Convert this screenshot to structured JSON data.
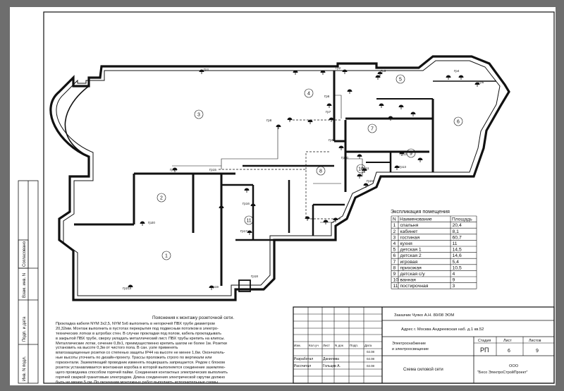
{
  "side_labels": {
    "agreed": "Согласовано",
    "inv_orig": "Инв. N подл.",
    "sign_date": "Подп. и дата",
    "replace_inv": "Взам. инв. N"
  },
  "rooms": [
    "1",
    "2",
    "3",
    "4",
    "5",
    "6",
    "7",
    "8",
    "9",
    "10",
    "11"
  ],
  "group_labels": [
    "Гр1",
    "Гр2",
    "Гр3",
    "Гр4",
    "Гр5",
    "Гр6",
    "Гр7",
    "Гр8",
    "Гр9",
    "Гр10",
    "Гр11",
    "Гр12",
    "Гр13",
    "Гр14",
    "Гр15",
    "Гр16",
    "Гр17",
    "Гр18",
    "Гр19",
    "Гр20",
    "Гр21",
    "Гр22"
  ],
  "explication": {
    "title": "Экспликация помещения",
    "headers": [
      "N",
      "Наименование",
      "Площадь"
    ],
    "rows": [
      [
        "1",
        "спальня",
        "20,4"
      ],
      [
        "2",
        "кабинет",
        "8,1"
      ],
      [
        "3",
        "гостиная",
        "60,7"
      ],
      [
        "4",
        "кухня",
        "11"
      ],
      [
        "5",
        "детская 1",
        "14,5"
      ],
      [
        "6",
        "детская 2",
        "14,6"
      ],
      [
        "7",
        "игровая",
        "5,4"
      ],
      [
        "8",
        "прихожая",
        "10,5"
      ],
      [
        "9",
        "детская с/у",
        "4"
      ],
      [
        "10",
        "ванная",
        "9"
      ],
      [
        "11",
        "постирочная",
        "3"
      ]
    ]
  },
  "notes": {
    "heading": "Пояснения к монтажу розеточной сети.",
    "lines": [
      "Прокладка кабеля NYM 3х2,5, NYM 5х6 выполнить в негорючей ПВХ трубе диаметром",
      "20,32мм. Монтаж выполнить в пустотах перекрытия под подвесным потолком в электро-",
      "технических лотках в штробах стен. В случае прокладки под полом, кабель прокладывать",
      "в закрытой ПВХ трубе, сверху укладать металлический лист. ПВХ трубы крепить на клипсы.",
      "Металлические лотки, сечение 0,8х1, преимущественно крепить шагом не более 1м. Розетки",
      "установить на высоте 0,3м от чистого пола. В сан. узле применять",
      "влагозащищенные розетки со степенью защиты IP44 на высоте не менее 1,6м. Окончатель-",
      "ные высоты уточнить по дизайн-проекту. Трассы проложить строго по вертикали или",
      "горизонтали. Заземляющий проводник изменять поцвершать запрещается. Рядом с блоком",
      "розеток устанавливается монтажная коробка в которой выполняется соединение заземляю-",
      "щего проводника способом горячей пайки. Соединения контактных электрических выполнить",
      "горячей сваркой гранитовым электродом. Длина соединения электрической скрутки должно",
      "быть не менее 5 см. По окончании монтажных работ выполнить исполнительные схемы"
    ]
  },
  "title_block": {
    "customer": "Заказчик Чуяко А.Н.     80/08 ЭОМ",
    "address": "Адрес г. Москва Андреевская наб. д.1 кв.52",
    "subject": "Электроснабжение и электроосвещение",
    "sheet_title": "Схема силовой сети",
    "col_headers": [
      "Изм.",
      "Кол.уч",
      "Лист",
      "N док",
      "Подп.",
      "Дата"
    ],
    "developed_label": "Разработал",
    "developed_name": "Данилова",
    "checked_label": "Рассчитал",
    "checked_name": "Гольцев А.",
    "date1": "02.08",
    "date2": "02.08",
    "date3": "02.08",
    "stage_label": "Стадия",
    "sheet_label": "Лист",
    "sheets_label": "Листов",
    "stage_value": "РП",
    "sheet_value": "6",
    "sheets_value": "9",
    "org_line1": "ООО",
    "org_line2": "\"Бесо ЭлектроСтройПроект\""
  }
}
